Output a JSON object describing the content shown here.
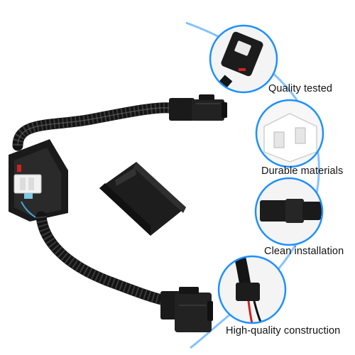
{
  "colors": {
    "accent": "#1e90ff",
    "cable": "#1b1b1b",
    "background": "#ffffff"
  },
  "features": [
    {
      "label": "Quality tested",
      "icon": "connector-closeup-icon"
    },
    {
      "label": "Durable materials",
      "icon": "white-connector-housing-icon"
    },
    {
      "label": "Clean installation",
      "icon": "plug-and-socket-icon"
    },
    {
      "label": "High-quality construction",
      "icon": "wired-connector-icon"
    }
  ]
}
